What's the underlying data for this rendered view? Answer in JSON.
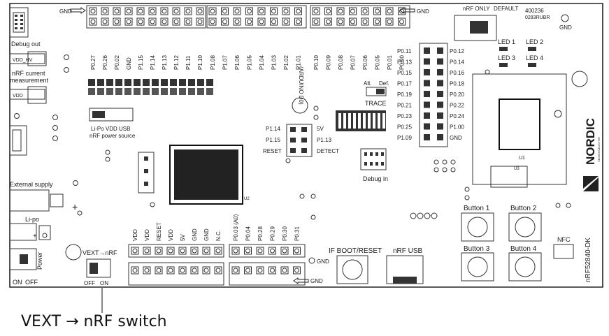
{
  "board": {
    "top_pins_a": [
      "P0.27",
      "P0.26",
      "P0.02",
      "GND",
      "P1.15",
      "P1.14",
      "P1.13",
      "P1.12",
      "P1.11",
      "P1.10"
    ],
    "top_pins_b": [
      "P1.08",
      "P1.07",
      "P1.06",
      "P1.05",
      "P1.04",
      "P1.03",
      "P1.02",
      "P1.01"
    ],
    "top_pins_c": [
      "P0.10",
      "P0.09",
      "P0.08",
      "P0.07",
      "P0.06",
      "P0.05",
      "P0.01",
      "P0.00"
    ],
    "p24_left": [
      "P0.11",
      "P0.13",
      "P0.15",
      "P0.17",
      "P0.19",
      "P0.21",
      "P0.23",
      "P0.25",
      "P1.09"
    ],
    "p24_right": [
      "P0.12",
      "P0.14",
      "P0.16",
      "P0.18",
      "P0.20",
      "P0.22",
      "P0.24",
      "P1.00",
      "GND"
    ],
    "bottom_pins_a": [
      "VDD",
      "VDD",
      "RESET",
      "VDD",
      "5V",
      "GND",
      "GND",
      "N.C."
    ],
    "bottom_pins_b": [
      "P0.03 (A0)",
      "P0.04",
      "P0.28",
      "P0.29",
      "P0.30",
      "P0.31"
    ],
    "p5_labels": [
      "P1.14",
      "P1.15",
      "RESET"
    ],
    "p5_right_labels": [
      "5V",
      "P1.13",
      "DETECT"
    ],
    "gnd_top_left": "GND",
    "gnd_top_right": "GND",
    "gnd_bottom_right": "GND",
    "gnd_bottom_center": "GND",
    "gnd_top_corner": "GND",
    "nrf_only": "nRF ONLY",
    "default_label": "DEFAULT",
    "board_id": "400236",
    "board_rev": "0283RUBR",
    "leds": [
      "LED 1",
      "LED 2",
      "LED 3",
      "LED 4"
    ],
    "buttons": [
      "Button 1",
      "Button 2",
      "Button 3",
      "Button 4"
    ],
    "if_boot_reset": "IF BOOT/RESET",
    "nrf_usb": "nRF USB",
    "nfc": "NFC",
    "debug_out": "Debug out",
    "debug_in": "Debug in",
    "vdd_hv": "VDD_HV",
    "nrf_current": "nRF current",
    "measurement": "measurement",
    "vdd": "VDD",
    "external_supply": "External supply",
    "lipo": "Li-po",
    "power": "Power",
    "on": "ON",
    "off": "OFF",
    "vext_switch_label": "VEXT→nRF",
    "off2": "OFF",
    "on2": "ON",
    "power_src_options": "Li-Po  VDD  USB",
    "power_src_label": "nRF power source",
    "trace_alt": "Alt.",
    "trace_def": "Def.",
    "trace": "TRACE",
    "arduino": "(ARDUINO D0)",
    "nordic": "NORDIC",
    "semiconductor": "SEMICONDUCTOR",
    "model": "nRF52840-DK",
    "u1": "U1",
    "u2": "U2",
    "u3": "U3",
    "caption": "VEXT → nRF switch"
  }
}
